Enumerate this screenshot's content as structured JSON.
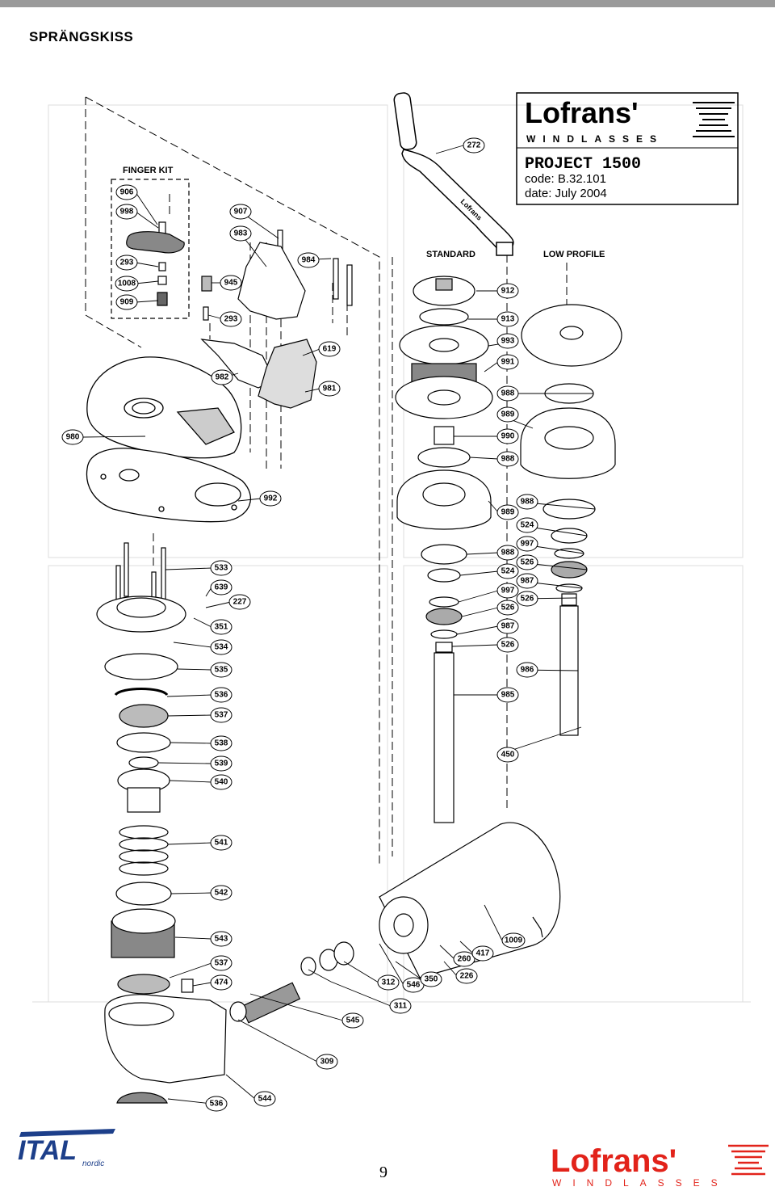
{
  "page": {
    "title": "SPRÄNGSKISS",
    "page_number": "9"
  },
  "title_block": {
    "brand": "Lofrans'",
    "brand_sub": "WINDLASSES",
    "project": "PROJECT 1500",
    "code": "code:  B.32.101",
    "date": "date:  July 2004"
  },
  "headers": {
    "finger_kit": "FINGER KIT",
    "standard": "STANDARD",
    "low_profile": "LOW PROFILE"
  },
  "handle_text": "Lofrans",
  "footer": {
    "ital": "ITAL",
    "ital_sub": "nordic",
    "lofrans": "Lofrans'",
    "lofrans_sub": "WINDLASSES"
  },
  "parts": [
    "272",
    "906",
    "998",
    "907",
    "983",
    "984",
    "293",
    "1008",
    "909",
    "945",
    "293",
    "619",
    "982",
    "981",
    "980",
    "992",
    "912",
    "913",
    "993",
    "991",
    "988",
    "989",
    "990",
    "988",
    "989",
    "988",
    "524",
    "997",
    "526",
    "987",
    "526",
    "988",
    "524",
    "997",
    "526",
    "987",
    "526",
    "986",
    "985",
    "450",
    "533",
    "639",
    "227",
    "351",
    "534",
    "535",
    "536",
    "537",
    "538",
    "539",
    "540",
    "541",
    "542",
    "543",
    "537",
    "474",
    "536",
    "544",
    "545",
    "309",
    "311",
    "312",
    "546",
    "350",
    "260",
    "417",
    "226",
    "1009"
  ],
  "colors": {
    "line": "#000000",
    "faint": "#dcdcdc",
    "brand_red": "#e2231a",
    "ital_blue": "#1d3f8a"
  }
}
